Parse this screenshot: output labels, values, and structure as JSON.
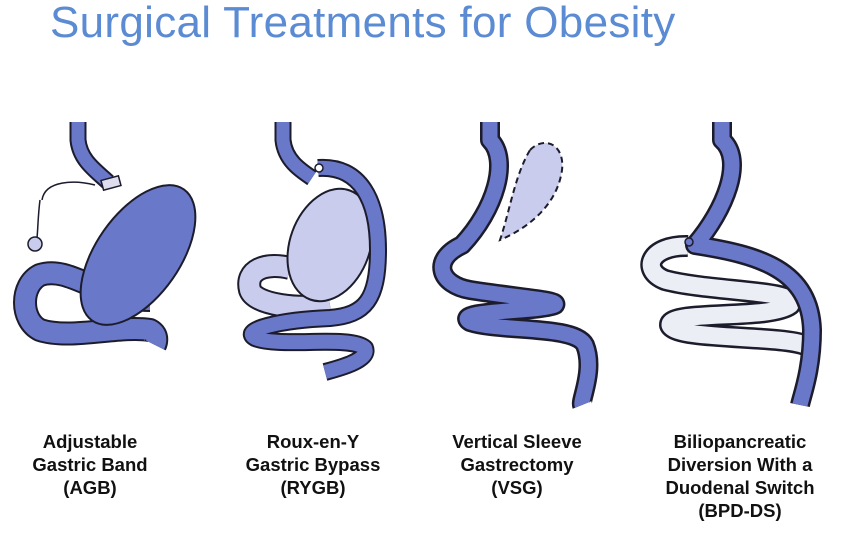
{
  "title": "Surgical Treatments for Obesity",
  "procedures": [
    {
      "line1": "Adjustable",
      "line2": "Gastric Band",
      "line3": "(AGB)"
    },
    {
      "line1": "Roux-en-Y",
      "line2": "Gastric Bypass",
      "line3": "(RYGB)"
    },
    {
      "line1": "Vertical Sleeve",
      "line2": "Gastrectomy",
      "line3": "(VSG)"
    },
    {
      "line1": "Biliopancreatic",
      "line2": "Diversion With a",
      "line3": "Duodenal Switch",
      "line4": "(BPD-DS)"
    }
  ],
  "colors": {
    "title": "#5b8bd3",
    "tract": "#6a78c9",
    "bypassed": "#c9cced",
    "outline": "#1c1c2c"
  }
}
